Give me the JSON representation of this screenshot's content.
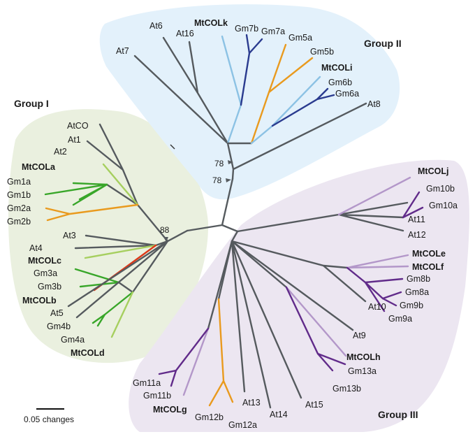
{
  "colors": {
    "group_i_bg": "#eaf0df",
    "group_ii_bg": "#e3f1fb",
    "group_iii_bg": "#ece6f1",
    "gray_branch": "#555a5e",
    "green": "#38a629",
    "light_green": "#a6cf5f",
    "orange": "#e99a1e",
    "red": "#dc3818",
    "navy": "#2a3b8f",
    "light_blue": "#8cc2e4",
    "purple": "#612b8a",
    "light_purple": "#b397c9"
  },
  "groups": {
    "group_i": "Group I",
    "group_ii": "Group II",
    "group_iii": "Group III"
  },
  "bootstrap": {
    "b1": "78",
    "b2": "78",
    "b3": "88"
  },
  "scale_bar": {
    "label": "0.05 changes"
  },
  "taxa": {
    "AtCO": "AtCO",
    "At1": "At1",
    "At2": "At2",
    "MtCOLa": "MtCOLa",
    "Gm1a": "Gm1a",
    "Gm1b": "Gm1b",
    "Gm2a": "Gm2a",
    "Gm2b": "Gm2b",
    "At3": "At3",
    "At4": "At4",
    "MtCOLc": "MtCOLc",
    "Gm3a": "Gm3a",
    "Gm3b": "Gm3b",
    "MtCOLb": "MtCOLb",
    "At5": "At5",
    "Gm4b": "Gm4b",
    "Gm4a": "Gm4a",
    "MtCOLd": "MtCOLd",
    "At7": "At7",
    "At6": "At6",
    "At16": "At16",
    "MtCOLk": "MtCOLk",
    "Gm7b": "Gm7b",
    "Gm7a": "Gm7a",
    "Gm5a": "Gm5a",
    "Gm5b": "Gm5b",
    "MtCOLi": "MtCOLi",
    "Gm6b": "Gm6b",
    "Gm6a": "Gm6a",
    "At8": "At8",
    "MtCOLj": "MtCOLj",
    "Gm10b": "Gm10b",
    "Gm10a": "Gm10a",
    "At11": "At11",
    "At12": "At12",
    "MtCOLe": "MtCOLe",
    "MtCOLf": "MtCOLf",
    "Gm8b": "Gm8b",
    "Gm8a": "Gm8a",
    "Gm9b": "Gm9b",
    "Gm9a": "Gm9a",
    "At10": "At10",
    "At9": "At9",
    "MtCOLh": "MtCOLh",
    "Gm13a": "Gm13a",
    "Gm13b": "Gm13b",
    "At15": "At15",
    "At14": "At14",
    "At13": "At13",
    "Gm12a": "Gm12a",
    "Gm12b": "Gm12b",
    "MtCOLg": "MtCOLg",
    "Gm11b": "Gm11b",
    "Gm11a": "Gm11a"
  }
}
